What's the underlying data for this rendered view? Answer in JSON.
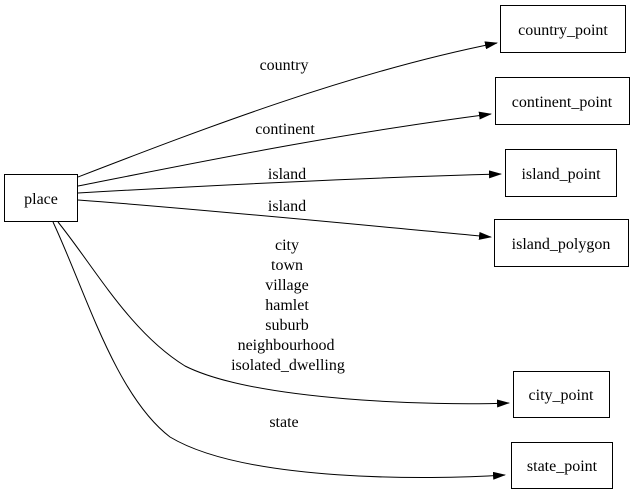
{
  "graph": {
    "colors": {
      "background": "#ffffff",
      "node_fill": "#ffffff",
      "node_border": "#000000",
      "edge_stroke": "#000000",
      "text": "#000000"
    },
    "source_node": {
      "id": "place",
      "label": "place"
    },
    "target_nodes": [
      {
        "id": "country_point",
        "label": "country_point"
      },
      {
        "id": "continent_point",
        "label": "continent_point"
      },
      {
        "id": "island_point",
        "label": "island_point"
      },
      {
        "id": "island_polygon",
        "label": "island_polygon"
      },
      {
        "id": "city_point",
        "label": "city_point"
      },
      {
        "id": "state_point",
        "label": "state_point"
      }
    ],
    "edges": [
      {
        "from": "place",
        "to": "country_point",
        "label": "country"
      },
      {
        "from": "place",
        "to": "continent_point",
        "label": "continent"
      },
      {
        "from": "place",
        "to": "island_point",
        "label": "island"
      },
      {
        "from": "place",
        "to": "island_polygon",
        "label": "island"
      },
      {
        "from": "place",
        "to": "city_point",
        "label_lines": [
          "city",
          "town",
          "village",
          "hamlet",
          "suburb",
          "neighbourhood",
          "isolated_dwelling"
        ]
      },
      {
        "from": "place",
        "to": "state_point",
        "label": "state"
      }
    ]
  }
}
